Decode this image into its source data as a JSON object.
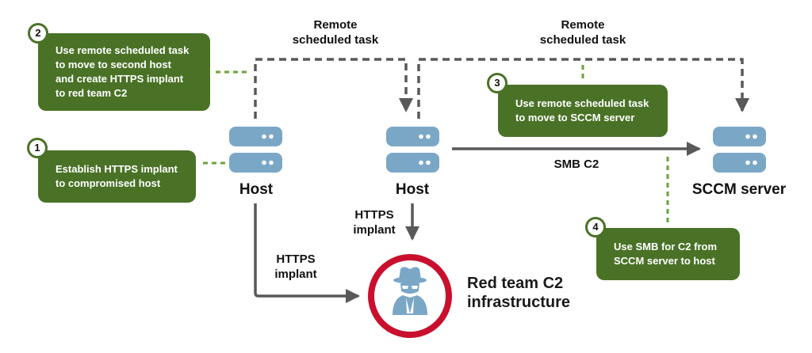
{
  "colors": {
    "note_bg": "#4a7227",
    "note_connector": "#6aa33a",
    "edge": "#58595b",
    "server": "#7ba7c7",
    "c2_ring": "#c8102e",
    "spy": "#7ba7c7"
  },
  "nodes": {
    "host1": {
      "label": "Host",
      "icon": "server-icon"
    },
    "host2": {
      "label": "Host",
      "icon": "server-icon"
    },
    "sccm": {
      "label": "SCCM server",
      "icon": "server-icon"
    },
    "c2": {
      "label_lines": [
        "Red team C2",
        "infrastructure"
      ],
      "icon": "spy-icon"
    }
  },
  "edges": {
    "task1": {
      "label_lines": [
        "Remote",
        "scheduled task"
      ],
      "style": "dashed"
    },
    "task2": {
      "label_lines": [
        "Remote",
        "scheduled task"
      ],
      "style": "dashed"
    },
    "smb": {
      "label": "SMB C2",
      "style": "solid"
    },
    "https1": {
      "label_lines": [
        "HTTPS",
        "implant"
      ],
      "style": "solid"
    },
    "https2": {
      "label_lines": [
        "HTTPS",
        "implant"
      ],
      "style": "solid"
    }
  },
  "steps": [
    {
      "number": "1",
      "lines": [
        "Establish HTTPS implant",
        "to compromised host"
      ]
    },
    {
      "number": "2",
      "lines": [
        "Use remote scheduled task",
        "to move to second host",
        "and create HTTPS implant",
        "to red team C2"
      ]
    },
    {
      "number": "3",
      "lines": [
        "Use remote scheduled task",
        "to move to SCCM server"
      ]
    },
    {
      "number": "4",
      "lines": [
        "Use SMB for C2 from",
        "SCCM server to host"
      ]
    }
  ]
}
